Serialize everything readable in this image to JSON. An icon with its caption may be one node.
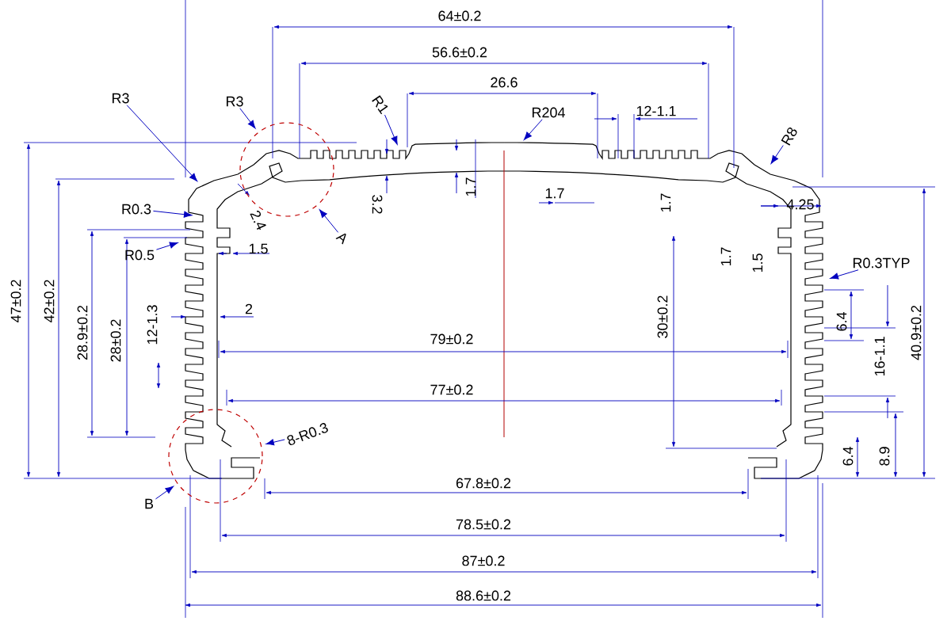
{
  "diagram": {
    "nodes": [
      {
        "text": [
          "R3"
        ]
      },
      {
        "text": [
          "R3"
        ]
      },
      {
        "text": [
          "R1"
        ]
      },
      {
        "text": [
          "R204"
        ]
      },
      {
        "text": [
          "R8"
        ]
      },
      {
        "text": [],
        "shape": "circle"
      },
      {
        "text": [
          "R0.3"
        ]
      },
      {
        "text": [
          "R0.5"
        ]
      },
      {
        "text": [
          "R0.3TYP"
        ]
      },
      {
        "text": [
          "A"
        ]
      },
      {
        "text": [
          "8-R0.3"
        ]
      },
      {
        "text": [],
        "shape": "circle"
      },
      {
        "text": [
          "B"
        ]
      }
    ],
    "edges": [
      {
        "from": 0,
        "to": null,
        "arrow": "to"
      },
      {
        "from": 1,
        "to": 5,
        "arrow": "to"
      },
      {
        "from": 2,
        "to": null,
        "arrow": "to"
      },
      {
        "from": 3,
        "to": null,
        "arrow": "to"
      },
      {
        "from": 4,
        "to": null,
        "arrow": "to"
      },
      {
        "from": 6,
        "to": null,
        "arrow": "to"
      },
      {
        "from": 7,
        "to": null,
        "arrow": "to"
      },
      {
        "from": 8,
        "to": null,
        "arrow": "to"
      },
      {
        "from": 9,
        "to": 5,
        "arrow": "to"
      },
      {
        "from": 10,
        "to": 11,
        "arrow": "to"
      },
      {
        "from": 12,
        "to": 11,
        "arrow": "to"
      }
    ],
    "labels": [
      "64±0.2",
      "56.6±0.2",
      "26.6",
      "12-1.1",
      "1.7",
      "3.2",
      "1.7",
      "1.7",
      "4.25",
      "2.4",
      "1.5",
      "1.7",
      "1.5",
      "47±0.2",
      "42±0.2",
      "28.9±0.2",
      "28±0.2",
      "12-1.3",
      "2",
      "30±0.2",
      "6.4",
      "16-1.1",
      "40.9±0.2",
      "79±0.2",
      "77±0.2",
      "6.4",
      "8.9",
      "67.8±0.2",
      "78.5±0.2",
      "87±0.2",
      "88.6±0.2"
    ]
  }
}
